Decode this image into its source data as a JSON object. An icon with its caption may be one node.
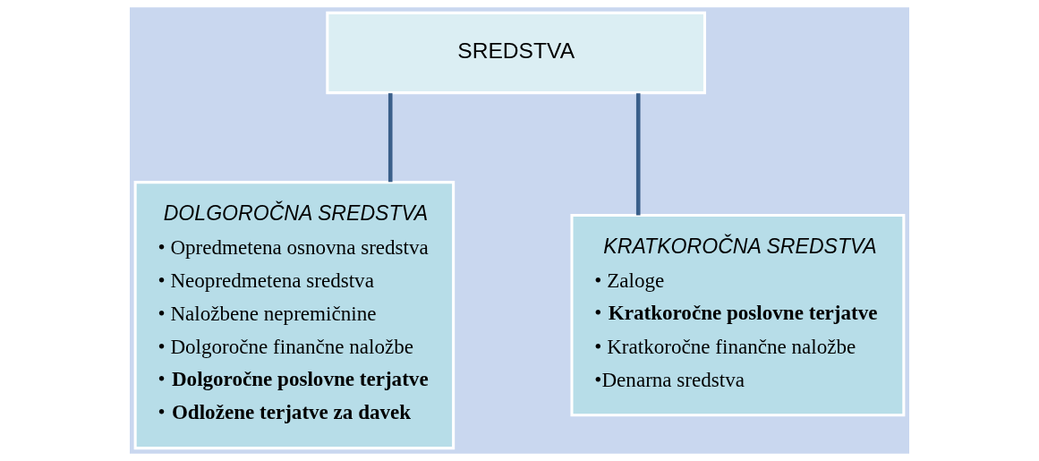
{
  "diagram": {
    "nodes": [
      {
        "text": [
          "SREDSTVA"
        ]
      },
      {
        "text": [
          "DOLGOROČNA SREDSTVA",
          "• Opredmetena osnovna sredstva",
          "• Neopredmetena sredstva",
          "• Naložbene nepremičnine",
          "• Dolgoročne finančne naložbe",
          "• **Dolgoročne poslovne terjatve**",
          "• **Odložene terjatve za davek**"
        ]
      },
      {
        "text": [
          "KRATKOROČNA SREDSTVA",
          "• Zaloge",
          "• **Kratkoročne poslovne terjatve**",
          "• Kratkoročne finančne naložbe",
          "•Denarna sredstva"
        ]
      }
    ],
    "edges": [
      {
        "from": 0,
        "to": 1,
        "arrow": "none"
      },
      {
        "from": 0,
        "to": 2,
        "arrow": "none"
      }
    ]
  }
}
